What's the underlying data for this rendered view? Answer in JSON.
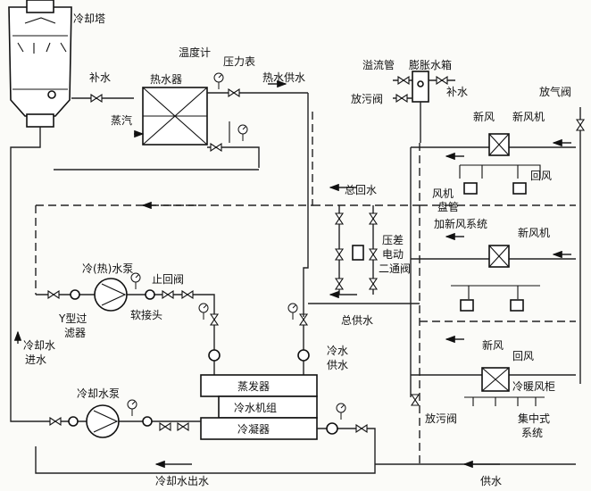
{
  "labels": {
    "cooling_tower": "冷却塔",
    "makeup_water_1": "补水",
    "thermometer": "温度计",
    "pressure_gauge": "压力表",
    "water_heater": "热水器",
    "hot_water_supply": "热水供水",
    "steam": "蒸汽",
    "overflow_pipe": "溢流管",
    "expansion_tank": "膨胀水箱",
    "blowdown_valve_top": "放污阀",
    "makeup_water_2": "补水",
    "air_vent_valve": "放气阀",
    "fresh_air_1": "新风",
    "fresh_air_unit_1": "新风机",
    "return_air_1": "回风",
    "fan_coil_line1": "风机",
    "fan_coil_line2": "盘管",
    "fan_coil_system": "加新风系统",
    "fresh_air_unit_2": "新风机",
    "total_return_water": "总回水",
    "diff_pressure_valve_line1": "压差",
    "diff_pressure_valve_line2": "电动",
    "diff_pressure_valve_line3": "二通阀",
    "chilled_hot_pump": "冷(热)水泵",
    "check_valve": "止回阀",
    "y_strainer_line1": "Y型过",
    "y_strainer_line2": "滤器",
    "flexible_joint": "软接头",
    "total_supply_water": "总供水",
    "cooling_water_inlet_line1": "冷却水",
    "cooling_water_inlet_line2": "进水",
    "chilled_water_supply_line1": "冷水",
    "chilled_water_supply_line2": "供水",
    "fresh_air_3": "新风",
    "return_air_3": "回风",
    "evaporator": "蒸发器",
    "chiller_unit": "冷水机组",
    "condenser": "冷凝器",
    "cooling_pump": "冷却水泵",
    "blowdown_valve_bottom": "放污阀",
    "ahu_cabinet": "冷暖风柜",
    "central_system_line1": "集中式",
    "central_system_line2": "系统",
    "cooling_water_outlet": "冷却水出水",
    "supply_water": "供水"
  }
}
